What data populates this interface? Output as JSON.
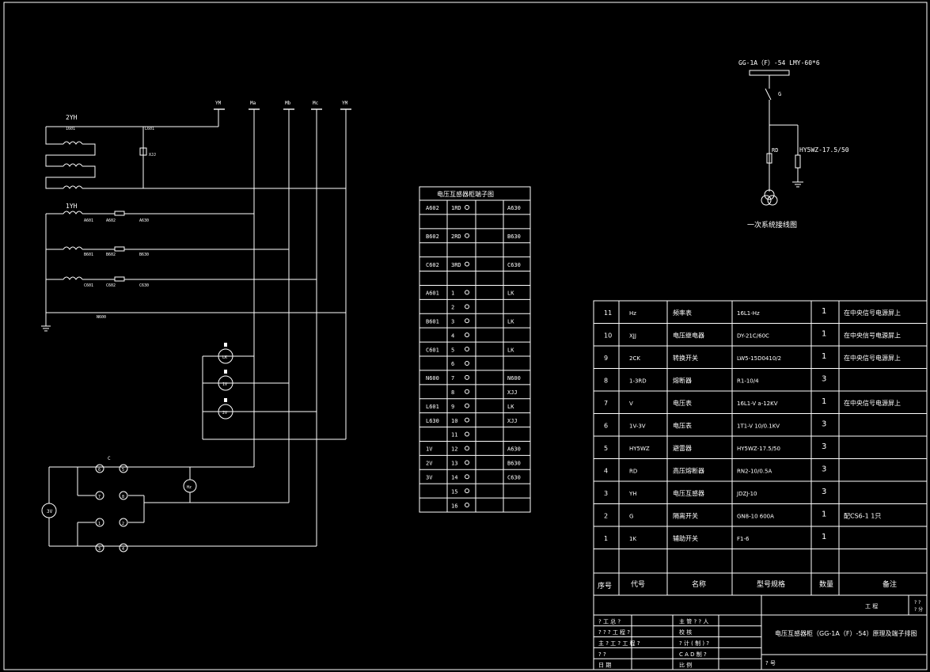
{
  "single_line": {
    "busbar_label": "GG-1A（F）-54  LMY-60*6",
    "switch_label": "G",
    "fuse_label": "RD",
    "arrester_label": "HY5WZ-17.5/50",
    "caption": "一次系统接线图"
  },
  "schematic": {
    "bus_labels": [
      "YM",
      "Ma",
      "Mb",
      "Mc",
      "YM"
    ],
    "pt_labels": {
      "top": "2YH",
      "mid": "1YH"
    },
    "small_labels": [
      "1601",
      "L601",
      "XJJ",
      "A601",
      "A602",
      "A630",
      "B601",
      "B602",
      "B630",
      "C601",
      "C602",
      "C630",
      "N600",
      "LK",
      "1V",
      "2V",
      "3V",
      "V",
      "Hz",
      "C"
    ],
    "switch_contacts": [
      "6",
      "5",
      "7",
      "8",
      "1",
      "2",
      "3",
      "4"
    ]
  },
  "terminal_table": {
    "title": "电压互感器柜端子图",
    "rows": [
      {
        "l": "A602",
        "m": "1RD",
        "n": "",
        "r": "A630"
      },
      {
        "l": "",
        "m": "",
        "n": "",
        "r": ""
      },
      {
        "l": "B602",
        "m": "2RD",
        "n": "",
        "r": "B630"
      },
      {
        "l": "",
        "m": "",
        "n": "",
        "r": ""
      },
      {
        "l": "C602",
        "m": "3RD",
        "n": "",
        "r": "C630"
      },
      {
        "l": "",
        "m": "",
        "n": "",
        "r": ""
      },
      {
        "l": "A601",
        "m": "1",
        "n": "",
        "r": "LK"
      },
      {
        "l": "",
        "m": "2",
        "n": "",
        "r": ""
      },
      {
        "l": "B601",
        "m": "3",
        "n": "",
        "r": "LK"
      },
      {
        "l": "",
        "m": "4",
        "n": "",
        "r": ""
      },
      {
        "l": "C601",
        "m": "5",
        "n": "",
        "r": "LK"
      },
      {
        "l": "",
        "m": "6",
        "n": "",
        "r": ""
      },
      {
        "l": "N600",
        "m": "7",
        "n": "",
        "r": "N600"
      },
      {
        "l": "",
        "m": "8",
        "n": "",
        "r": "XJJ"
      },
      {
        "l": "L601",
        "m": "9",
        "n": "",
        "r": "LK"
      },
      {
        "l": "L630",
        "m": "10",
        "n": "",
        "r": "XJJ"
      },
      {
        "l": "",
        "m": "11",
        "n": "",
        "r": ""
      },
      {
        "l": "1V",
        "m": "12",
        "n": "",
        "r": "A630"
      },
      {
        "l": "2V",
        "m": "13",
        "n": "",
        "r": "B630"
      },
      {
        "l": "3V",
        "m": "14",
        "n": "",
        "r": "C630"
      },
      {
        "l": "",
        "m": "15",
        "n": "",
        "r": ""
      },
      {
        "l": "",
        "m": "16",
        "n": "",
        "r": ""
      }
    ]
  },
  "bom": {
    "rows": [
      {
        "no": "11",
        "code": "Hz",
        "name": "频率表",
        "model": "16L1-Hz",
        "qty": "1",
        "note": "在中央信号电源屏上"
      },
      {
        "no": "10",
        "code": "XJJ",
        "name": "电压继电器",
        "model": "DY-21C/60C",
        "qty": "1",
        "note": "在中央信号电源屏上"
      },
      {
        "no": "9",
        "code": "2CK",
        "name": "转换开关",
        "model": "LW5-15D0410/2",
        "qty": "1",
        "note": "在中央信号电源屏上"
      },
      {
        "no": "8",
        "code": "1-3RD",
        "name": "熔断器",
        "model": "R1-10/4",
        "qty": "3",
        "note": ""
      },
      {
        "no": "7",
        "code": "V",
        "name": "电压表",
        "model": "16L1-V  a-12KV",
        "qty": "1",
        "note": "在中央信号电源屏上"
      },
      {
        "no": "6",
        "code": "1V-3V",
        "name": "电压表",
        "model": "1T1-V  10/0.1KV",
        "qty": "3",
        "note": ""
      },
      {
        "no": "5",
        "code": "HY5WZ",
        "name": "避雷器",
        "model": "HY5WZ-17.5/50",
        "qty": "3",
        "note": ""
      },
      {
        "no": "4",
        "code": "RD",
        "name": "高压熔断器",
        "model": "RN2-10/0.5A",
        "qty": "3",
        "note": ""
      },
      {
        "no": "3",
        "code": "YH",
        "name": "电压互感器",
        "model": "JDZJ-10",
        "qty": "3",
        "note": ""
      },
      {
        "no": "2",
        "code": "G",
        "name": "隔离开关",
        "model": "GN8-10 600A",
        "qty": "1",
        "note": "配CS6-1 1只"
      },
      {
        "no": "1",
        "code": "1K",
        "name": "辅助开关",
        "model": "F1-6",
        "qty": "1",
        "note": ""
      }
    ],
    "headers": {
      "no": "序号",
      "code": "代号",
      "name": "名称",
      "model": "型号规格",
      "qty": "数量",
      "note": "备注"
    }
  },
  "title_block": {
    "project_label": "工 程",
    "project_value": "? ?\n? 分",
    "left_rows": [
      "? 工 总 ?",
      "? ? ? 工 程 ?",
      "主 ? 工 ? 工 程 ?",
      "?    ?",
      "日    期"
    ],
    "mid_rows": [
      "主 管 ? ? 人",
      "校    核",
      "? 计 ( 制 ) ?",
      "C A D 制 ?",
      "比    例"
    ],
    "drawing_title": "电压互感器柜（GG-1A（F）-54）原理及端子排图",
    "drawing_no_label": "? 号"
  }
}
